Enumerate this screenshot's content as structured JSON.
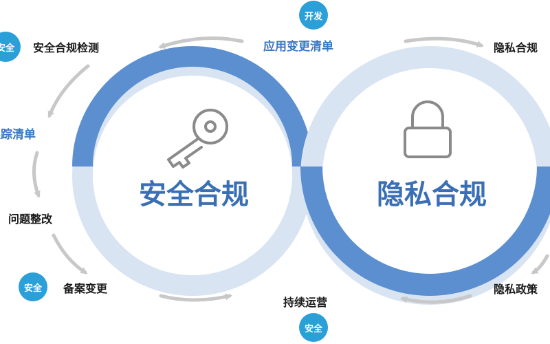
{
  "colors": {
    "ring_dark": "#5b8fd0",
    "ring_light": "#d9e4f3",
    "title_blue": "#3a6fb5",
    "accent_label": "#3a78c3",
    "badge": "#2a9fd8",
    "arrow": "#c8c8c8",
    "icon_stroke": "#8a8a8a"
  },
  "left_ring": {
    "title": "安全合规",
    "icon": "key-icon"
  },
  "right_ring": {
    "title": "隐私合规",
    "icon": "lock-icon"
  },
  "badges": {
    "top": "开发",
    "top_left": "安全",
    "bottom_left": "安全",
    "bottom": "安全"
  },
  "stages": {
    "app_change_list": "应用变更清单",
    "privacy_top": "隐私合规",
    "security_check": "安全合规检测",
    "tracking_list": "跟踪清单",
    "issue_fix": "问题整改",
    "filing_change": "备案变更",
    "continuous_ops": "持续运营",
    "privacy_policy": "隐私政策"
  }
}
